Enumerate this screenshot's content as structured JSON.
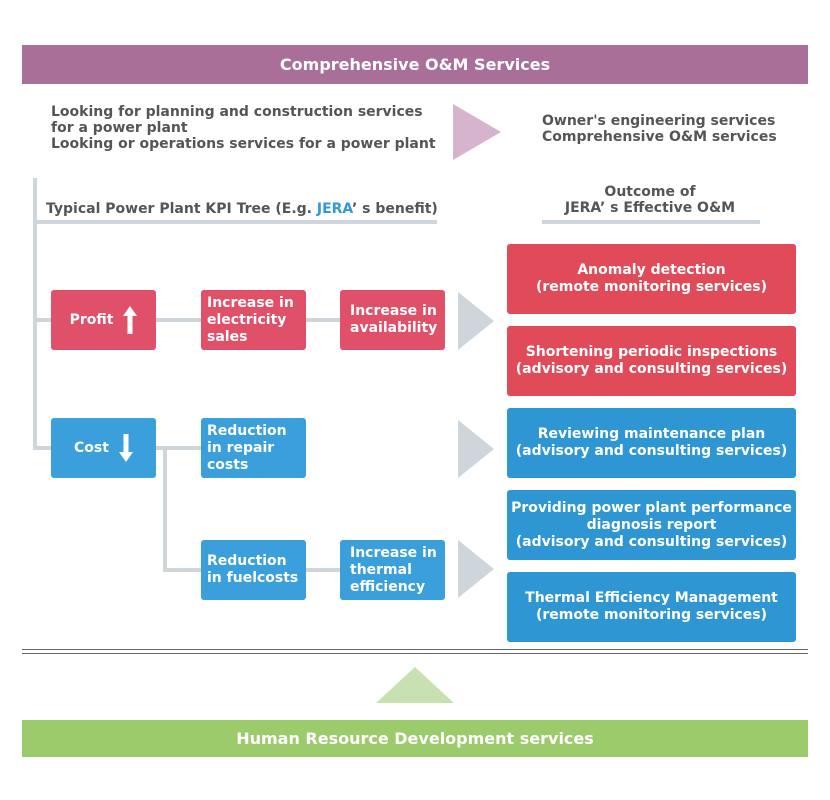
{
  "header": {
    "title": "Comprehensive O&M Services"
  },
  "intro": {
    "left_lines": [
      "Looking for planning and construction services for a power plant",
      "Looking or operations services for a power plant"
    ],
    "right_lines": [
      "Owner's engineering services",
      "Comprehensive O&M services"
    ]
  },
  "kpi_tree": {
    "title_prefix": "Typical Power Plant KPI Tree (E.g. ",
    "title_brand": "JERA",
    "title_suffix": "’ s benefit)"
  },
  "outcome_header": {
    "line1": "Outcome of",
    "line2": "JERA’ s Effective O&M"
  },
  "nodes": {
    "profit": "Profit",
    "cost": "Cost",
    "increase_sales": "Increase in electricity sales",
    "increase_availability": "Increase in availability",
    "reduction_repair": "Reduction in repair costs",
    "reduction_fuel": "Reduction in fuelcosts",
    "increase_thermal": "Increase in thermal efficiency"
  },
  "outcomes": [
    {
      "line1": "Anomaly detection",
      "line2": "(remote monitoring services)",
      "line3": ""
    },
    {
      "line1": "Shortening periodic inspections",
      "line2": "(advisory and consulting services)",
      "line3": ""
    },
    {
      "line1": "Reviewing maintenance plan",
      "line2": "(advisory and consulting services)",
      "line3": ""
    },
    {
      "line1": "Providing power plant performance",
      "line2": "diagnosis report",
      "line3": "(advisory and consulting services)"
    },
    {
      "line1": "Thermal Efficiency Management",
      "line2": "(remote monitoring services)",
      "line3": ""
    }
  ],
  "footer": {
    "title": "Human Resource Development services"
  },
  "colors": {
    "header_bg": "#a96f98",
    "footer_bg": "#9ccb6b",
    "profit_red": "#e05068",
    "cost_blue": "#3a9fda",
    "brand_blue": "#2f9bd6",
    "arrow_gray": "#cfd6db",
    "arrow_purple": "#d6b4ce",
    "arrow_green": "#c7e2b0"
  },
  "icons": {
    "up": "arrow-up-icon",
    "down": "arrow-down-icon",
    "right": "chevron-right-icon"
  }
}
